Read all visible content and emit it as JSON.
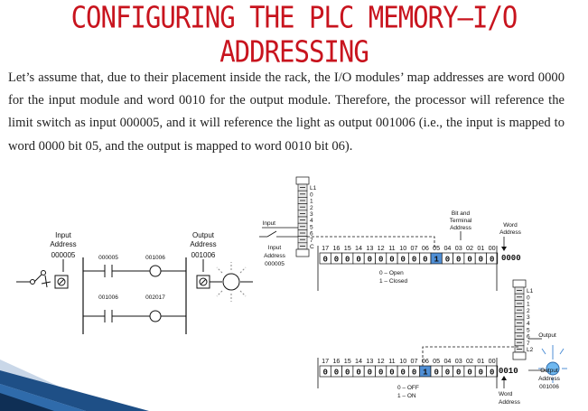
{
  "title": {
    "line1": "CONFIGURING THE PLC MEMORY—I/O",
    "line2": "ADDRESSING"
  },
  "body_text": "Let’s assume that, due to their placement inside the rack, the I/O modules’ map addresses are word 0000 for the input module and word 0010 for the output module. Therefore, the processor will reference the limit switch as input 000005, and it will reference the light as output 001006 (i.e., the input is mapped to word 0000 bit 05, and the output is mapped to word 0010 bit 06).",
  "ladder": {
    "input_address_label": [
      "Input",
      "Address",
      "000005"
    ],
    "output_address_label": [
      "Output",
      "Address",
      "001006"
    ],
    "rung1_contact": "000005",
    "rung1_coil": "001006",
    "rung2_contact": "001006",
    "rung2_coil": "002017"
  },
  "input_module": {
    "terminals": [
      "L1",
      "0",
      "1",
      "2",
      "3",
      "4",
      "5",
      "6",
      "7",
      "C"
    ],
    "input_label": "Input",
    "input_address_label": [
      "Input",
      "Address",
      "000005"
    ],
    "bit_terminal_label": [
      "Bit and",
      "Terminal",
      "Address"
    ],
    "word_address_label": [
      "Word",
      "Address"
    ],
    "bit_numbers": [
      "17",
      "16",
      "15",
      "14",
      "13",
      "12",
      "11",
      "10",
      "07",
      "06",
      "05",
      "04",
      "03",
      "02",
      "01",
      "00"
    ],
    "bits": [
      "0",
      "0",
      "0",
      "0",
      "0",
      "0",
      "0",
      "0",
      "0",
      "0",
      "1",
      "0",
      "0",
      "0",
      "0",
      "0"
    ],
    "highlight_index": 10,
    "word": "0000",
    "legend": [
      "0 – Open",
      "1 – Closed"
    ]
  },
  "output_module": {
    "terminals": [
      "L1",
      "0",
      "1",
      "2",
      "3",
      "4",
      "5",
      "6",
      "7",
      "L2"
    ],
    "output_label": "Output",
    "output_address_label": [
      "Output",
      "Address",
      "001006"
    ],
    "word_address_label": [
      "Word",
      "Address"
    ],
    "bit_numbers": [
      "17",
      "16",
      "15",
      "14",
      "13",
      "12",
      "11",
      "10",
      "07",
      "06",
      "05",
      "04",
      "03",
      "02",
      "01",
      "00"
    ],
    "bits": [
      "0",
      "0",
      "0",
      "0",
      "0",
      "0",
      "0",
      "0",
      "0",
      "1",
      "0",
      "0",
      "0",
      "0",
      "0",
      "0"
    ],
    "highlight_index": 9,
    "word": "0010",
    "legend": [
      "0 – OFF",
      "1 – ON"
    ]
  },
  "colors": {
    "title": "#c8141e",
    "highlight": "#4f8fd6",
    "light": "#6fb8f0",
    "ribbon": "#1e4f86"
  }
}
